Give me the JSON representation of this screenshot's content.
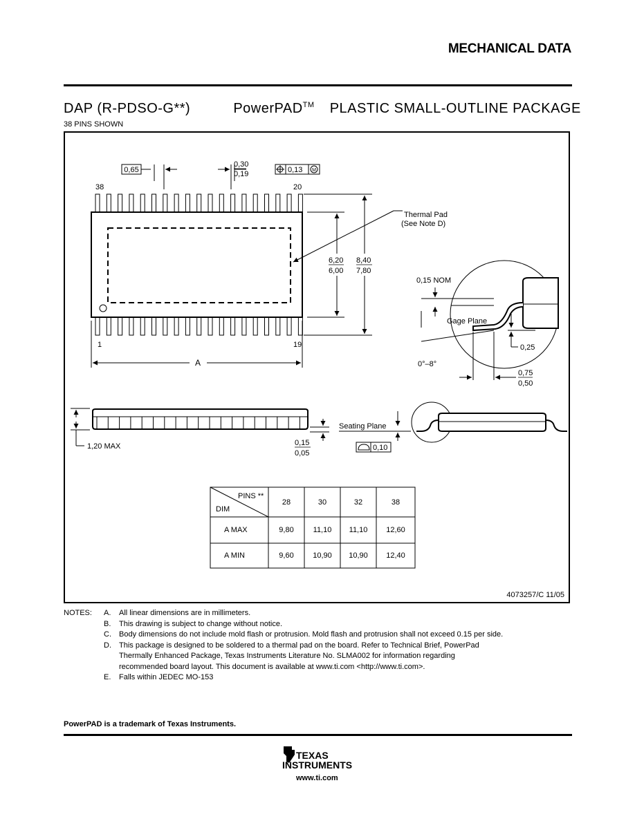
{
  "header": {
    "section": "MECHANICAL DATA"
  },
  "title": {
    "code": "DAP (R-PDSO-G**)",
    "brand": "PowerPAD",
    "tm": "TM",
    "desc": "PLASTIC SMALL-OUTLINE PACKAGE",
    "sub": "38 PINS SHOWN"
  },
  "drawing": {
    "pitch": "0,65",
    "lead_width_max": "0,30",
    "lead_width_min": "0,19",
    "pos_tol": "0,13",
    "pin_top_left": "38",
    "pin_top_right": "20",
    "pin_bottom_left": "1",
    "pin_bottom_right": "19",
    "thermal_pad_1": "Thermal Pad",
    "thermal_pad_2": "(See Note D)",
    "body_w_max": "6,20",
    "body_w_min": "6,00",
    "total_w_max": "8,40",
    "total_w_min": "7,80",
    "dim_a": "A",
    "nom_015": "0,15 NOM",
    "gage_plane": "Gage Plane",
    "gage_025": "0,25",
    "angle": "0°–8°",
    "foot_max": "0,75",
    "foot_min": "0,50",
    "height_max": "1,20 MAX",
    "standoff_max": "0,15",
    "standoff_min": "0,05",
    "seating_plane": "Seating Plane",
    "coplanarity": "0,10",
    "doc_number": "4073257/C 11/05"
  },
  "table": {
    "pins_header": "PINS **",
    "dim_header": "DIM",
    "columns": [
      "28",
      "30",
      "32",
      "38"
    ],
    "rows": [
      {
        "label": "A   MAX",
        "values": [
          "9,80",
          "11,10",
          "11,10",
          "12,60"
        ]
      },
      {
        "label": "A   MIN",
        "values": [
          "9,60",
          "10,90",
          "10,90",
          "12,40"
        ]
      }
    ]
  },
  "notes": {
    "label": "NOTES:",
    "items": [
      {
        "key": "A.",
        "text": "All linear dimensions are in millimeters."
      },
      {
        "key": "B.",
        "text": "This drawing is subject to change without notice."
      },
      {
        "key": "C.",
        "text": "Body dimensions do not include mold flash or protrusion. Mold flash and protrusion shall not exceed 0.15 per side."
      },
      {
        "key": "D.",
        "text": "This package is designed to be soldered to a thermal pad on the board.  Refer to Technical Brief, PowerPad"
      },
      {
        "key": "E.",
        "text": "Falls within JEDEC MO-153"
      }
    ],
    "d_cont_1": "Thermally Enhanced Package, Texas Instruments Literature No. SLMA002 for information regarding",
    "d_cont_2": "recommended board layout.  This document is available at www.ti.com <http://www.ti.com>."
  },
  "footer": {
    "trademark": "PowerPAD is a trademark of Texas Instruments.",
    "logo_texas": "TEXAS",
    "logo_instruments": "INSTRUMENTS",
    "url": "www.ti.com"
  }
}
